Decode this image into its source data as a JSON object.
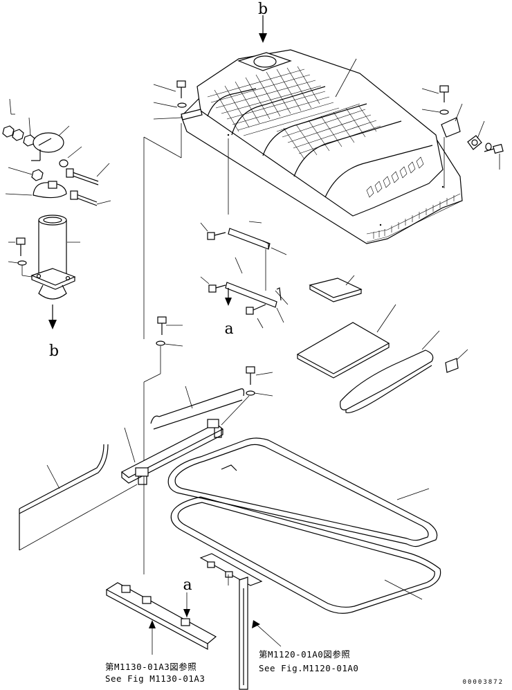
{
  "labels": {
    "b_top": "b",
    "b_bottom": "b",
    "a_middle": "a",
    "a_bottom": "a"
  },
  "references": {
    "left_jp": "第M1130-01A3図参照",
    "left_en": "See Fig M1130-01A3",
    "right_jp": "第M1120-01A0図参照",
    "right_en": "See Fig.M1120-01A0"
  },
  "drawing_code": "00003872"
}
